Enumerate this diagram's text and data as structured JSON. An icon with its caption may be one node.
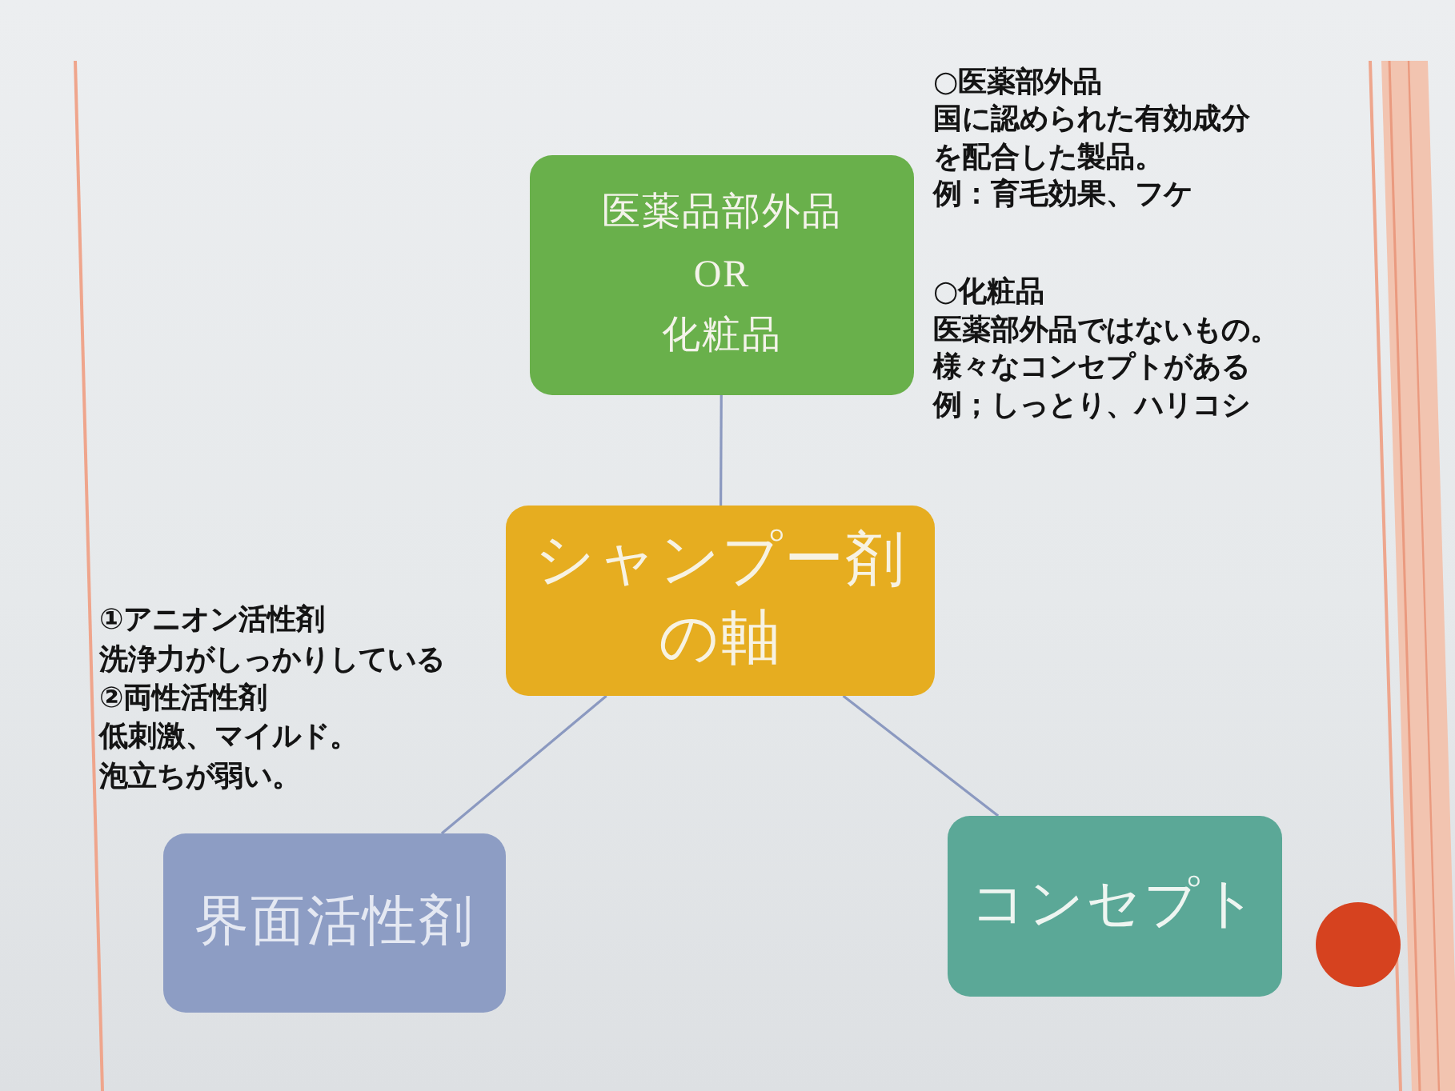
{
  "diagram": {
    "nodes": [
      {
        "text": [
          "医薬品部外品",
          "OR",
          "化粧品"
        ]
      },
      {
        "text": [
          "シャンプー剤の軸"
        ]
      },
      {
        "text": [
          "界面活性剤"
        ]
      },
      {
        "text": [
          "コンセプト"
        ]
      }
    ],
    "edges": [
      {
        "from": 0,
        "to": 1,
        "arrow": "none"
      },
      {
        "from": 1,
        "to": 2,
        "arrow": "none"
      },
      {
        "from": 1,
        "to": 3,
        "arrow": "none"
      }
    ],
    "labels": [
      "○医薬部外品",
      "国に認められた有効成分を配合した製品。",
      "例：育毛効果、フケ",
      "○化粧品",
      "医薬部外品ではないもの。",
      "様々なコンセプトがある",
      "例；しっとり、ハリコシ",
      "①アニオン活性剤",
      "洗浄力がしっかりしている",
      "②両性活性剤",
      "低刺激、マイルド。",
      "泡立ちが弱い。"
    ]
  }
}
